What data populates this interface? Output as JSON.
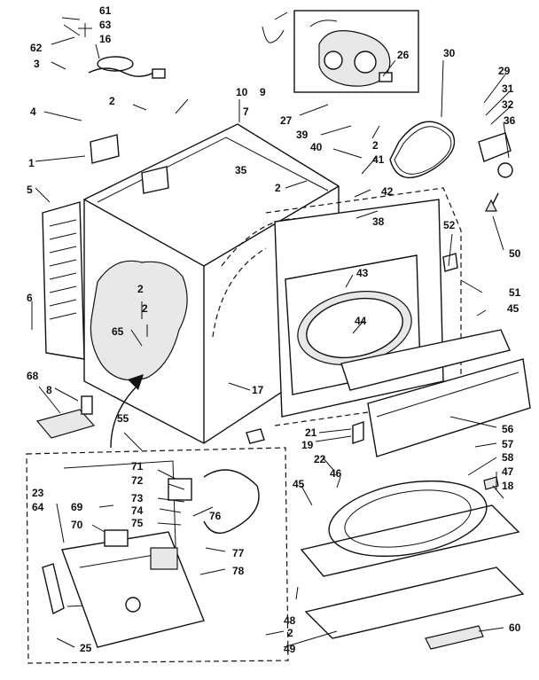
{
  "labels": [
    "61",
    "63",
    "62",
    "16",
    "3",
    "2",
    "10",
    "9",
    "7",
    "4",
    "1",
    "35",
    "5",
    "2",
    "6",
    "2",
    "2",
    "65",
    "68",
    "8",
    "55",
    "17",
    "21",
    "19",
    "22",
    "46",
    "45",
    "23",
    "64",
    "69",
    "70",
    "71",
    "72",
    "73",
    "74",
    "75",
    "76",
    "77",
    "78",
    "25",
    "48",
    "2",
    "49",
    "60",
    "56",
    "57",
    "58",
    "47",
    "18",
    "26",
    "30",
    "27",
    "39",
    "2",
    "40",
    "41",
    "42",
    "38",
    "29",
    "31",
    "32",
    "36",
    "50",
    "52",
    "51",
    "45",
    "43",
    "44"
  ]
}
